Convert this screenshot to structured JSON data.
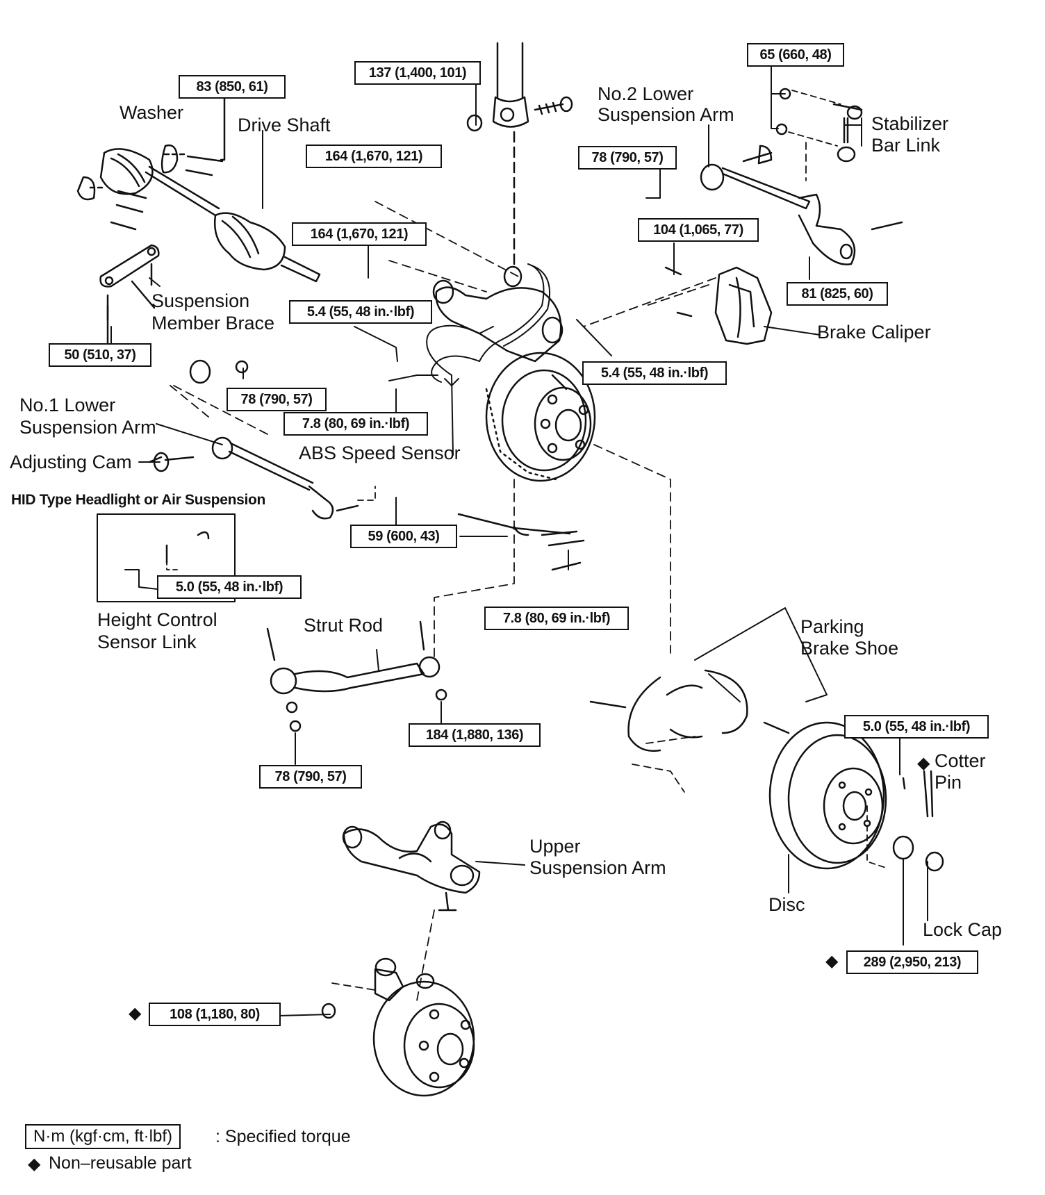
{
  "labels": {
    "washer": "Washer",
    "drive_shaft": "Drive Shaft",
    "no2_lower_arm_line1": "No.2 Lower",
    "no2_lower_arm_line2": "Suspension Arm",
    "stabilizer_line1": "Stabilizer",
    "stabilizer_line2": "Bar Link",
    "brace_line1": "Suspension",
    "brace_line2": "Member Brace",
    "brake_caliper": "Brake Caliper",
    "no1_lower_arm_line1": "No.1 Lower",
    "no1_lower_arm_line2": "Suspension Arm",
    "adjusting_cam": "Adjusting Cam",
    "abs_speed_sensor": "ABS Speed Sensor",
    "hid_note": "HID Type Headlight or Air Suspension",
    "height_control_line1": "Height Control",
    "height_control_line2": "Sensor Link",
    "strut_rod": "Strut Rod",
    "parking_brake_line1": "Parking",
    "parking_brake_line2": "Brake Shoe",
    "cotter_pin_line1": "Cotter",
    "cotter_pin_line2": "Pin",
    "upper_arm_line1": "Upper",
    "upper_arm_line2": "Suspension Arm",
    "disc": "Disc",
    "lock_cap": "Lock Cap"
  },
  "torques": {
    "t_83": "83 (850, 61)",
    "t_137": "137 (1,400, 101)",
    "t_65": "65 (660, 48)",
    "t_164a": "164 (1,670, 121)",
    "t_78a": "78 (790, 57)",
    "t_164b": "164 (1,670, 121)",
    "t_104": "104 (1,065, 77)",
    "t_81": "81 (825, 60)",
    "t_54a": "5.4 (55, 48 in.·lbf)",
    "t_50": "50 (510, 37)",
    "t_54b": "5.4 (55, 48 in.·lbf)",
    "t_78b": "78 (790, 57)",
    "t_78c": "7.8 (80, 69 in.·lbf)",
    "t_59": "59 (600, 43)",
    "t_50b": "5.0 (55, 48 in.·lbf)",
    "t_78d": "7.8 (80, 69 in.·lbf)",
    "t_184": "184 (1,880, 136)",
    "t_78e": "78 (790, 57)",
    "t_50c": "5.0 (55, 48 in.·lbf)",
    "t_289": "289 (2,950, 213)",
    "t_108": "108 (1,180, 80)"
  },
  "symbols": {
    "non_reusable": "◆"
  },
  "legend": {
    "torque_box": "N·m (kgf·cm, ft·lbf)",
    "torque_desc": ": Specified torque",
    "non_reusable_desc": "Non–reusable part"
  }
}
